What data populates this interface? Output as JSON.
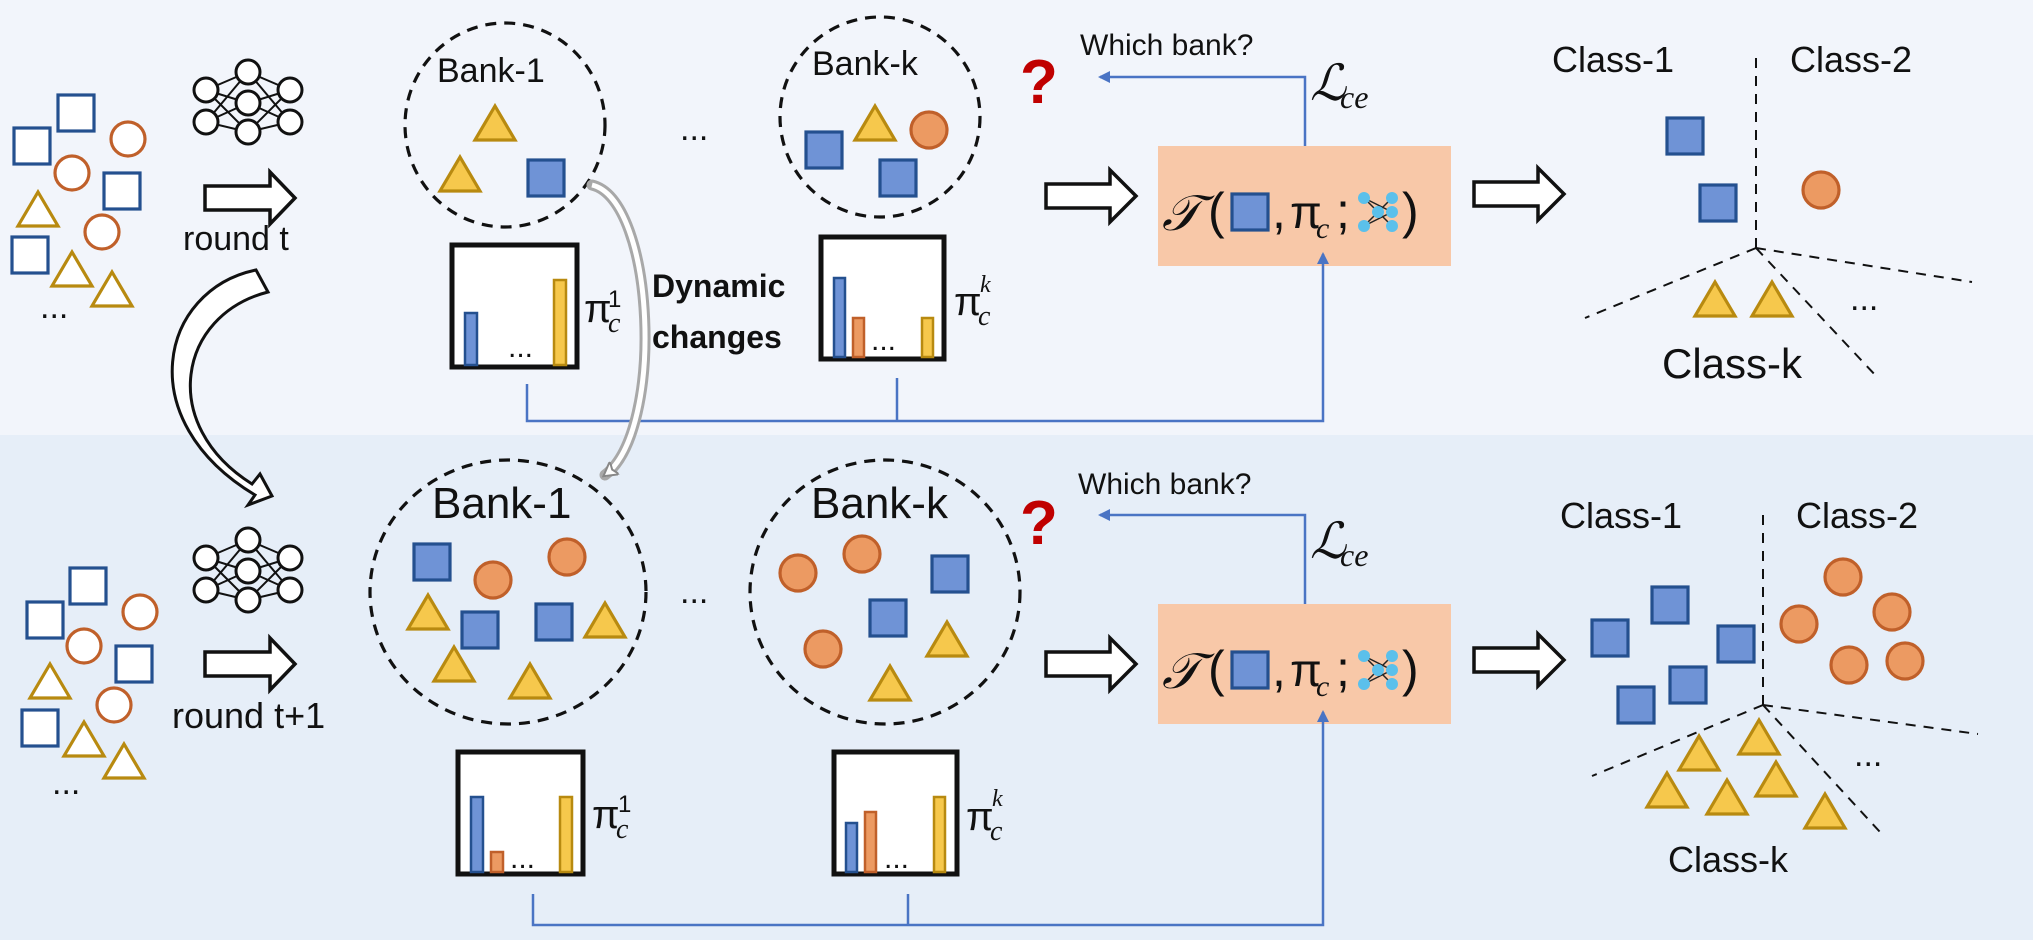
{
  "rounds": [
    {
      "id": "t",
      "round_label": "round t",
      "bank_first": "Bank-1",
      "bank_last": "Bank-k",
      "ellipsis": "...",
      "which_bank": "Which bank?",
      "question_mark": "?",
      "loss_symbol": "ℒ",
      "loss_subscript": "ce",
      "pi": "π",
      "pi_sub": "c",
      "pi_sup_first": "1",
      "pi_sup_last": "k",
      "transform_symbol": "𝒯",
      "paren_open": "(",
      "paren_close": ")",
      "comma": ",",
      "semicolon": ";",
      "class_1": "Class-1",
      "class_2": "Class-2",
      "class_k": "Class-k"
    },
    {
      "id": "t+1",
      "round_label": "round t+1",
      "bank_first": "Bank-1",
      "bank_last": "Bank-k",
      "ellipsis": "...",
      "which_bank": "Which bank?",
      "question_mark": "?",
      "loss_symbol": "ℒ",
      "loss_subscript": "ce",
      "pi": "π",
      "pi_sub": "c",
      "pi_sup_first": "1",
      "pi_sup_last": "k",
      "transform_symbol": "𝒯",
      "paren_open": "(",
      "paren_close": ")",
      "comma": ",",
      "semicolon": ";",
      "class_1": "Class-1",
      "class_2": "Class-2",
      "class_k": "Class-k"
    }
  ],
  "dynamic_label_line1": "Dynamic",
  "dynamic_label_line2": "changes",
  "colors": {
    "top_panel": "#f2f5fb",
    "bottom_panel": "#e6eef8",
    "transform_box": "#f8c8a8",
    "square": "#6f93d6",
    "circle": "#ec9a62",
    "triangle": "#f6c84c",
    "question": "#c00000",
    "feedback_line": "#4a74c4",
    "network_dot": "#5bc0eb"
  },
  "icons": [
    "neural-network-icon",
    "right-arrow-icon",
    "curved-arrow-icon",
    "histogram-icon",
    "question-icon"
  ]
}
